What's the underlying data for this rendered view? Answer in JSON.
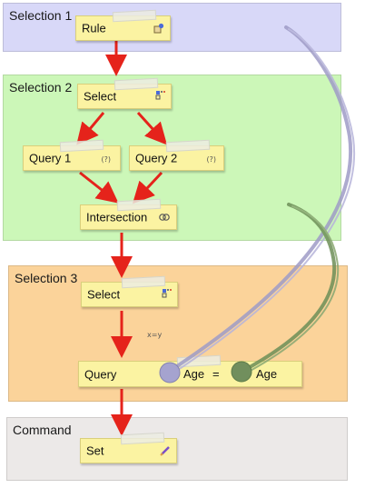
{
  "panels": {
    "selection1": {
      "title": "Selection 1",
      "color": "#d8d8f8"
    },
    "selection2": {
      "title": "Selection 2",
      "color": "#ccf7b8"
    },
    "selection3": {
      "title": "Selection 3",
      "color": "#fbd39a"
    },
    "command": {
      "title": "Command",
      "color": "#ece9e8"
    }
  },
  "nodes": {
    "rule": {
      "label": "Rule",
      "icon": "rule-icon"
    },
    "select1": {
      "label": "Select",
      "icon": "grid-icon"
    },
    "query1": {
      "label": "Query 1",
      "icon": "question-icon",
      "icon_text": "(?)"
    },
    "query2": {
      "label": "Query 2",
      "icon": "question-icon",
      "icon_text": "(?)"
    },
    "intersection": {
      "label": "Intersection",
      "icon": "intersection-icon"
    },
    "select2": {
      "label": "Select",
      "icon": "grid-icon"
    },
    "query": {
      "label": "Query",
      "op_left": "Age",
      "op": "=",
      "op_right": "Age"
    },
    "set": {
      "label": "Set",
      "icon": "pencil-icon"
    }
  },
  "formula": {
    "text": "x=y"
  },
  "colors": {
    "arrow": "#e5231b",
    "link_purple": "#9f9cc7",
    "link_green": "#6e8f58"
  }
}
